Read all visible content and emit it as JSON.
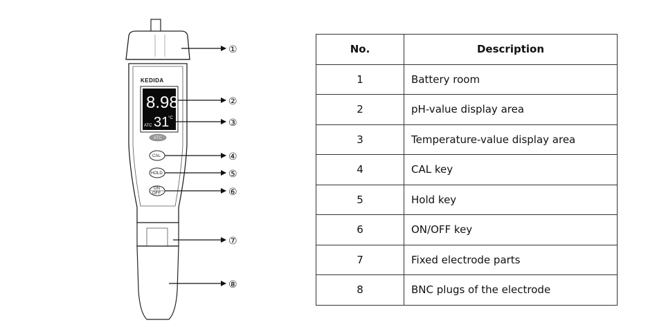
{
  "device": {
    "brand": "KEDIDA",
    "ph_reading": "8.98",
    "atc_label": "ATC",
    "temp_reading": "31",
    "temp_unit": "°C",
    "atc_badge": "ATC",
    "keys": [
      "CAL",
      "HOLD",
      "ON",
      "OFF"
    ]
  },
  "callouts": [
    "①",
    "②",
    "③",
    "④",
    "⑤",
    "⑥",
    "⑦",
    "⑧"
  ],
  "table": {
    "headers": {
      "no": "No.",
      "description": "Description"
    },
    "rows": [
      {
        "no": "1",
        "description": "Battery room"
      },
      {
        "no": "2",
        "description": "pH-value display area"
      },
      {
        "no": "3",
        "description": "Temperature-value display area"
      },
      {
        "no": "4",
        "description": "CAL key"
      },
      {
        "no": "5",
        "description": "Hold key"
      },
      {
        "no": "6",
        "description": "ON/OFF key"
      },
      {
        "no": "7",
        "description": "Fixed electrode parts"
      },
      {
        "no": "8",
        "description": "BNC plugs of the electrode"
      }
    ]
  }
}
